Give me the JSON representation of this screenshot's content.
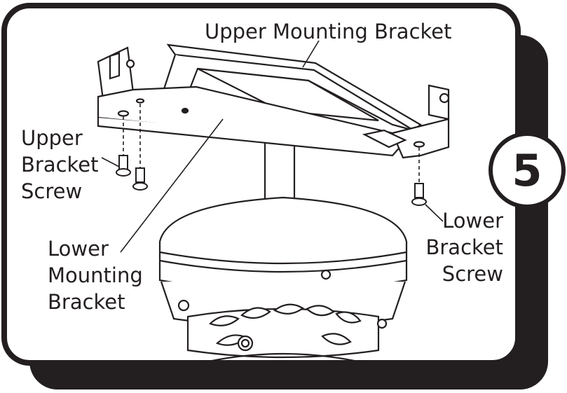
{
  "labels": {
    "upper_mounting_bracket": "Upper Mounting Bracket",
    "upper_bracket_screw": [
      "Upper",
      "Bracket",
      "Screw"
    ],
    "lower_mounting_bracket": [
      "Lower",
      "Mounting",
      "Bracket"
    ],
    "lower_bracket_screw": [
      "Lower",
      "Bracket",
      "Screw"
    ]
  },
  "step_number": "5",
  "colors": {
    "frame_shadow": "#231f20",
    "line": "#231f20",
    "background": "#ffffff"
  }
}
